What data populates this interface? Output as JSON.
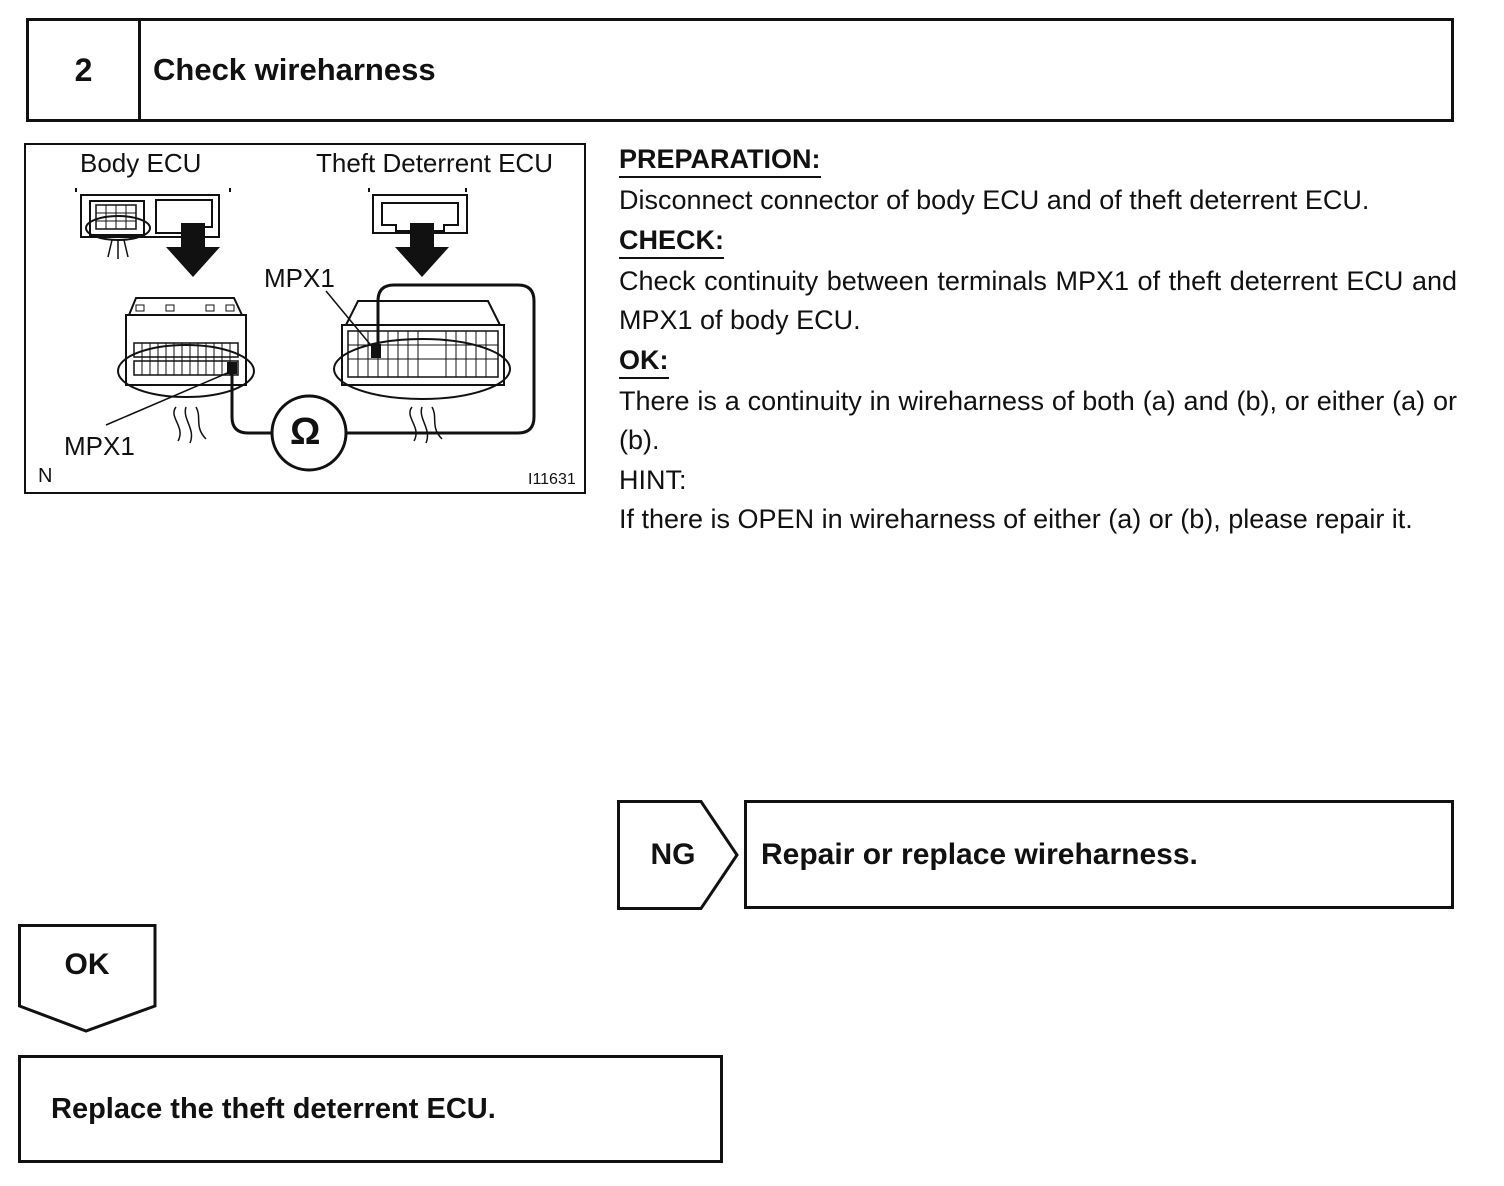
{
  "step": {
    "number": "2",
    "title": "Check wireharness"
  },
  "figure": {
    "label_body_ecu": "Body ECU",
    "label_theft_ecu": "Theft Deterrent ECU",
    "label_mpx1_upper": "MPX1",
    "label_mpx1_lower": "MPX1",
    "ohm_symbol": "Ω",
    "corner_code": "N",
    "figure_id": "I11631"
  },
  "instructions": {
    "preparation_heading": "PREPARATION:",
    "preparation_text": "Disconnect connector of body ECU and of theft deterrent ECU.",
    "check_heading": "CHECK:",
    "check_text": "Check continuity between terminals MPX1 of theft deterrent ECU and MPX1 of body ECU.",
    "ok_heading": "OK:",
    "ok_text": "There is a continuity in wireharness of both (a) and (b), or either (a) or (b).",
    "hint_heading": "HINT:",
    "hint_text": "If there is OPEN in wireharness of either (a) or (b), please repair it."
  },
  "ng_branch": {
    "label": "NG",
    "action": "Repair or replace wireharness."
  },
  "ok_branch": {
    "label": "OK",
    "action": "Replace the theft deterrent ECU."
  }
}
